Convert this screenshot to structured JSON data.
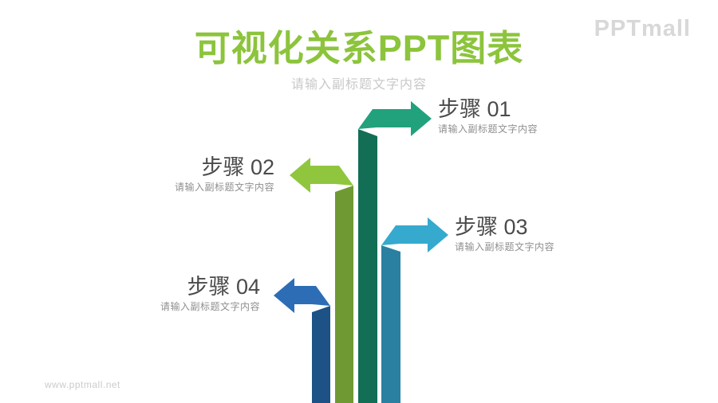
{
  "page": {
    "background_color": "#ffffff"
  },
  "logo": {
    "text": "PPTmall",
    "color": "#d8d8d8"
  },
  "header": {
    "title": "可视化关系PPT图表",
    "title_color": "#8cc43c",
    "subtitle": "请输入副标题文字内容",
    "subtitle_color": "#c8c8c8"
  },
  "steps": [
    {
      "label": "步骤 01",
      "description": "请输入副标题文字内容",
      "direction": "right",
      "arrow_color": "#22a17d",
      "ribbon_color": "#136e56"
    },
    {
      "label": "步骤 02",
      "description": "请输入副标题文字内容",
      "direction": "left",
      "arrow_color": "#90c63e",
      "ribbon_color": "#6f9a33"
    },
    {
      "label": "步骤 03",
      "description": "请输入副标题文字内容",
      "direction": "right",
      "arrow_color": "#36a9ce",
      "ribbon_color": "#2a80a0"
    },
    {
      "label": "步骤 04",
      "description": "请输入副标题文字内容",
      "direction": "left",
      "arrow_color": "#2d6db5",
      "ribbon_color": "#1c5286"
    }
  ],
  "text_colors": {
    "step_label": "#4a4a4a",
    "step_description": "#8f8f8f"
  },
  "watermark": {
    "text": "www.pptmall.net",
    "color": "#cbcbcb"
  }
}
